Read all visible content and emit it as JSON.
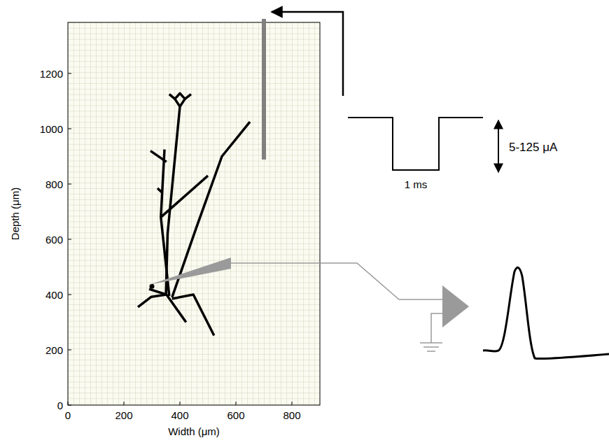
{
  "diagram": {
    "labels": [
      "0",
      "200",
      "400",
      "600",
      "800",
      "1000",
      "1200",
      "0",
      "200",
      "400",
      "600",
      "800",
      "Depth (μm)",
      "Width (μm)",
      "1 ms",
      "5-125 μA"
    ]
  }
}
